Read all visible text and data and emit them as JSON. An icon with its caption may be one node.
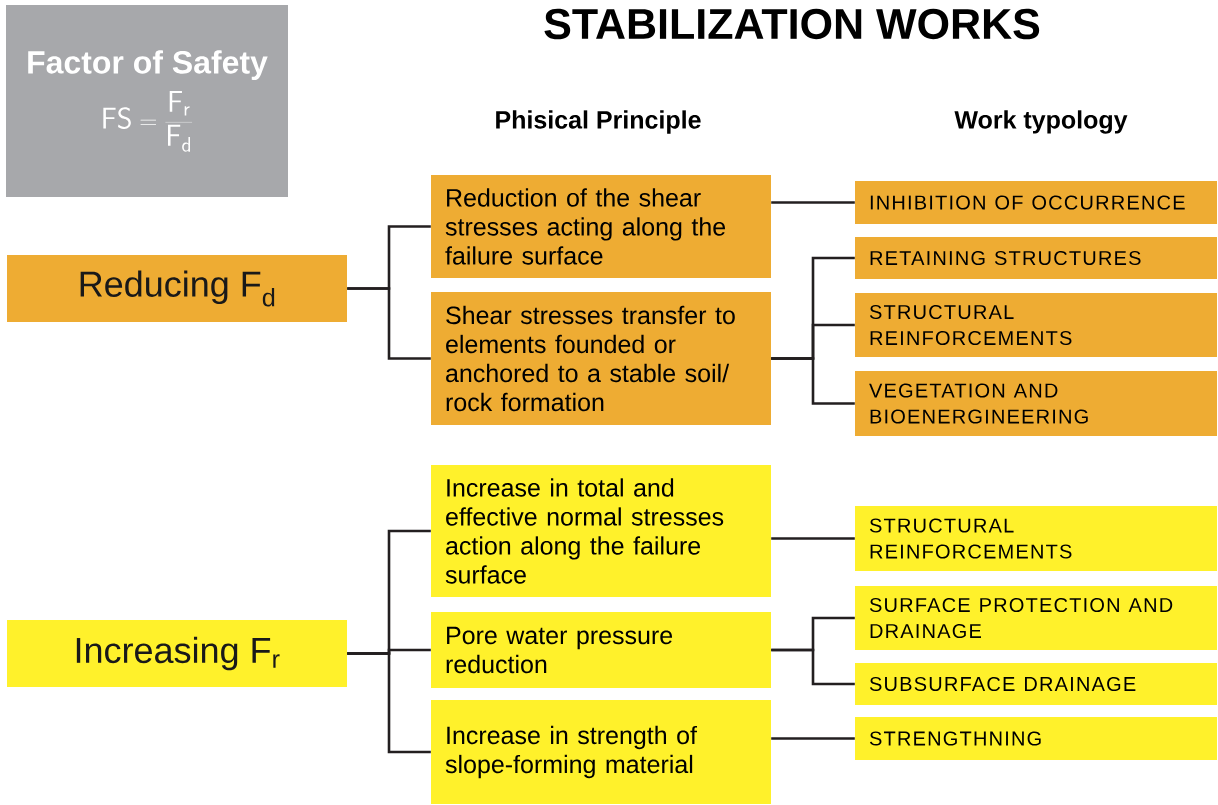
{
  "diagram": {
    "title": "STABILIZATION WORKS",
    "nodes": [
      {
        "text": [
          "Factor of Safety",
          "\\mathsf{FS} = \\frac{\\mathsf{F}_{\\mathsf{r}}}{\\mathsf{F}_{\\mathsf{d}}}"
        ]
      },
      {
        "text": [
          "Reducing F$_{d}$"
        ]
      },
      {
        "text": [
          "Reduction of the shear stresses acting along the failure surface"
        ]
      },
      {
        "text": [
          "Shear stresses transfer to elements founded or anchored to a stable soil/ rock formation"
        ]
      },
      {
        "text": [
          "INHIBITION OF OCCURRENCE"
        ]
      },
      {
        "text": [
          "RETAINING STRUCTURES"
        ]
      },
      {
        "text": [
          "STRUCTURAL REINFORCEMENTS"
        ]
      },
      {
        "text": [
          "VEGETATION AND BIOENERGINEERING"
        ]
      },
      {
        "text": [
          "Increasing F$_{r}$"
        ]
      },
      {
        "text": [
          "Increase in total and effective normal stresses action along the failure surface"
        ]
      },
      {
        "text": [
          "Pore water pressure reduction"
        ]
      },
      {
        "text": [
          "Increase in strength of slope-forming material"
        ]
      },
      {
        "text": [
          "STRUCTURAL REINFORCEMENTS"
        ]
      },
      {
        "text": [
          "SURFACE PROTECTION AND DRAINAGE"
        ]
      },
      {
        "text": [
          "SUBSURFACE DRAINAGE"
        ]
      },
      {
        "text": [
          "STRENGTHNING"
        ]
      }
    ],
    "edges": [
      {
        "from": 1,
        "to": 2,
        "arrow": "none"
      },
      {
        "from": 1,
        "to": 3,
        "arrow": "none"
      },
      {
        "from": 2,
        "to": 4,
        "arrow": "none"
      },
      {
        "from": 3,
        "to": 5,
        "arrow": "none"
      },
      {
        "from": 3,
        "to": 6,
        "arrow": "none"
      },
      {
        "from": 3,
        "to": 7,
        "arrow": "none"
      },
      {
        "from": 8,
        "to": 9,
        "arrow": "none"
      },
      {
        "from": 8,
        "to": 10,
        "arrow": "none"
      },
      {
        "from": 8,
        "to": 11,
        "arrow": "none"
      },
      {
        "from": 9,
        "to": 12,
        "arrow": "none"
      },
      {
        "from": 10,
        "to": 13,
        "arrow": "none"
      },
      {
        "from": 10,
        "to": 14,
        "arrow": "none"
      },
      {
        "from": 11,
        "to": 15,
        "arrow": "none"
      }
    ],
    "labels": [
      "Phisical Principle",
      "Work typology"
    ]
  }
}
